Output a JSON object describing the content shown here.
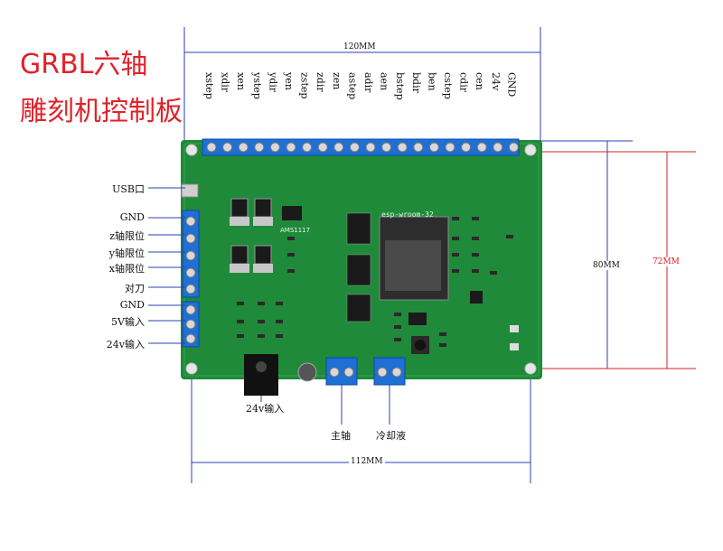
{
  "title_line1": "GRBL六轴",
  "title_line2": "雕刻机控制板",
  "top_pins": [
    "xstep",
    "xdir",
    "xen",
    "ystep",
    "ydir",
    "yen",
    "zstep",
    "zdir",
    "zen",
    "astep",
    "adir",
    "aen",
    "bstep",
    "bdir",
    "ben",
    "cstep",
    "cdir",
    "cen",
    "24v",
    "GND"
  ],
  "left_labels": [
    "USB口",
    "GND",
    "z轴限位",
    "y轴限位",
    "x轴限位",
    "对刀",
    "GND",
    "5V输入",
    "24v输入"
  ],
  "bottom_labels": {
    "power": "24v输入",
    "spindle": "主轴",
    "coolant": "冷却液"
  },
  "dimensions": {
    "top": "120MM",
    "bottom": "112MM",
    "inner_height": "80MM",
    "outer_height": "72MM"
  },
  "board_text": {
    "module": "esp-wroom-32",
    "regulator": "AMS1117"
  },
  "colors": {
    "title": "#e0222a",
    "pcb": "#1f8a3a",
    "terminal": "#1e6fd6",
    "dim_line": "#2b3fb8",
    "dim_red": "#d92020"
  }
}
